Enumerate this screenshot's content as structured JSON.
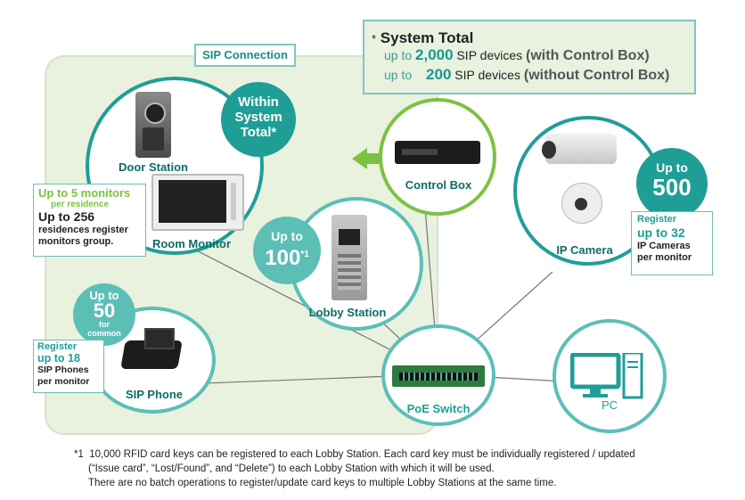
{
  "sip_connection_label": "SIP Connection",
  "system_total": {
    "title_mark": "*",
    "title": "System Total",
    "line1": {
      "prefix": "up to",
      "number": "2,000",
      "unit": "SIP devices",
      "condition": "(with Control Box)"
    },
    "line2": {
      "prefix": "up to",
      "number": "200",
      "unit": "SIP devices",
      "condition": "(without Control Box)"
    }
  },
  "within_total": {
    "line1": "Within",
    "line2": "System",
    "line3": "Total*"
  },
  "door_station": {
    "label": "Door Station"
  },
  "room_monitor": {
    "label": "Room Monitor",
    "note": {
      "highlight": "Up to 5",
      "rest": " monitors",
      "sub": "per residence",
      "line2": "Up to 256",
      "line3": "residences register",
      "line4": "monitors group."
    }
  },
  "control_box": {
    "label": "Control Box"
  },
  "lobby_station": {
    "label": "Lobby Station",
    "badge_line1": "Up to",
    "badge_line2": "100",
    "badge_sup": "*1"
  },
  "ip_camera": {
    "label": "IP Camera",
    "badge_line1": "Up to",
    "badge_line2": "500",
    "note": {
      "line1": "Register",
      "line2": "up to 32",
      "line3": "IP Cameras",
      "line4": "per monitor"
    }
  },
  "sip_phone": {
    "label": "SIP Phone",
    "badge_line1": "Up to",
    "badge_line2": "50",
    "badge_line3": "for",
    "badge_line4": "common",
    "note": {
      "line1": "Register",
      "line2": "up to 18",
      "line3": "SIP Phones",
      "line4": "per monitor"
    }
  },
  "poe_switch": {
    "label": "PoE Switch"
  },
  "pc": {
    "label": "PC"
  },
  "footnote": {
    "mark": "*1",
    "line1": "10,000 RFID card keys can be registered to each Lobby Station.  Each card key must be individually registered / updated",
    "line2": "(“Issue card”, “Lost/Found”, and “Delete”) to each Lobby Station with which it will be used.",
    "line3": "There are no batch operations to register/update card keys to multiple Lobby Stations at the same time."
  },
  "colors": {
    "teal": "#1f9e96",
    "green": "#7cc242",
    "panel": "#e9f1df",
    "border": "#6fbdb6"
  }
}
